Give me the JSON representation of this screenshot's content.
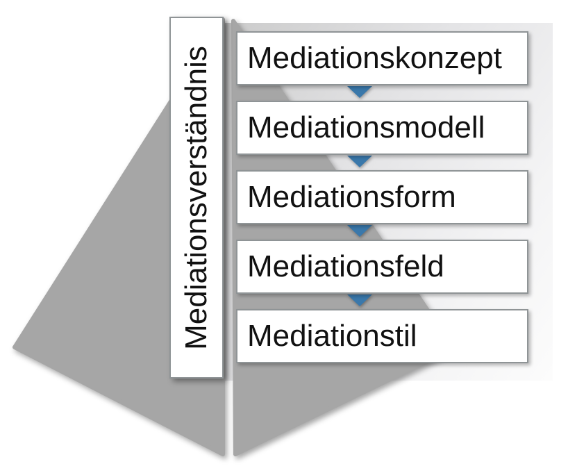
{
  "diagram": {
    "vertical_label": "Mediationsverständnis",
    "levels": [
      "Mediationskonzept",
      "Mediationsmodell",
      "Mediationsform",
      "Mediationsfeld",
      "Mediationstil"
    ],
    "arrow_icon": "down-arrow",
    "colors": {
      "arrow_blue": "#3a78ab",
      "funnel_gray": "#a6a6a6",
      "panel_gray_light": "#d9d9d9",
      "box_border_gray": "#8f9496"
    }
  }
}
